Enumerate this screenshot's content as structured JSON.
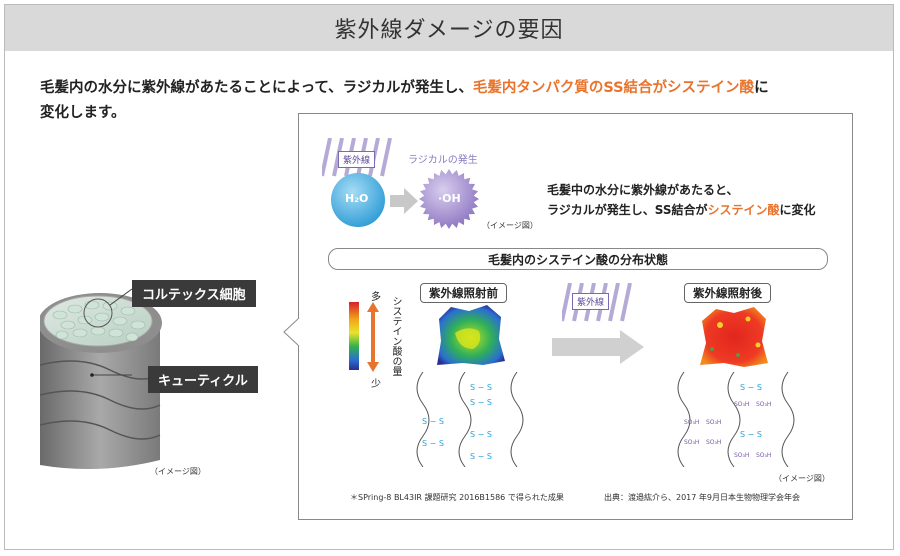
{
  "title": "紫外線ダメージの要因",
  "lead": {
    "part1": "毛髪内の水分に紫外線があたることによって、ラジカルが発生し、",
    "highlight": "毛髪内タンパク質のSS結合がシステイン酸",
    "part2": "に",
    "line2": "変化します。"
  },
  "hair": {
    "cortex_label": "コルテックス細胞",
    "cuticle_label": "キューティクル",
    "image_note": "（イメージ図）"
  },
  "reaction": {
    "uv_tag": "紫外線",
    "radical_label": "ラジカルの発生",
    "water": "H₂O",
    "oh": "·OH",
    "image_note": "（イメージ図）",
    "desc_line1": "毛髪中の水分に紫外線があたると、",
    "desc_line2_a": "ラジカルが発生し、SS結合が",
    "desc_line2_hl": "システイン酸",
    "desc_line2_b": "に変化"
  },
  "distribution": {
    "section_title": "毛髪内のシステイン酸の分布状態",
    "before_label": "紫外線照射前",
    "after_label": "紫外線照射後",
    "uv_tag": "紫外線",
    "scale_high": "多",
    "scale_low": "少",
    "scale_title": "システイン酸の量",
    "ss": "S − S",
    "so3h": "SO₃H",
    "image_note": "（イメージ図）"
  },
  "footnotes": {
    "left": "＊SPring-8  BL43IR 課題研究 2016B1586 で得られた成果",
    "right": "出典：渡邉紘介ら、2017 年9月日本生物物理学会年会"
  },
  "colors": {
    "accent": "#e8742d",
    "uv_purple": "#8a7cc0",
    "water_blue": "#3ba8e0",
    "radical_purple": "#9a86c8"
  }
}
